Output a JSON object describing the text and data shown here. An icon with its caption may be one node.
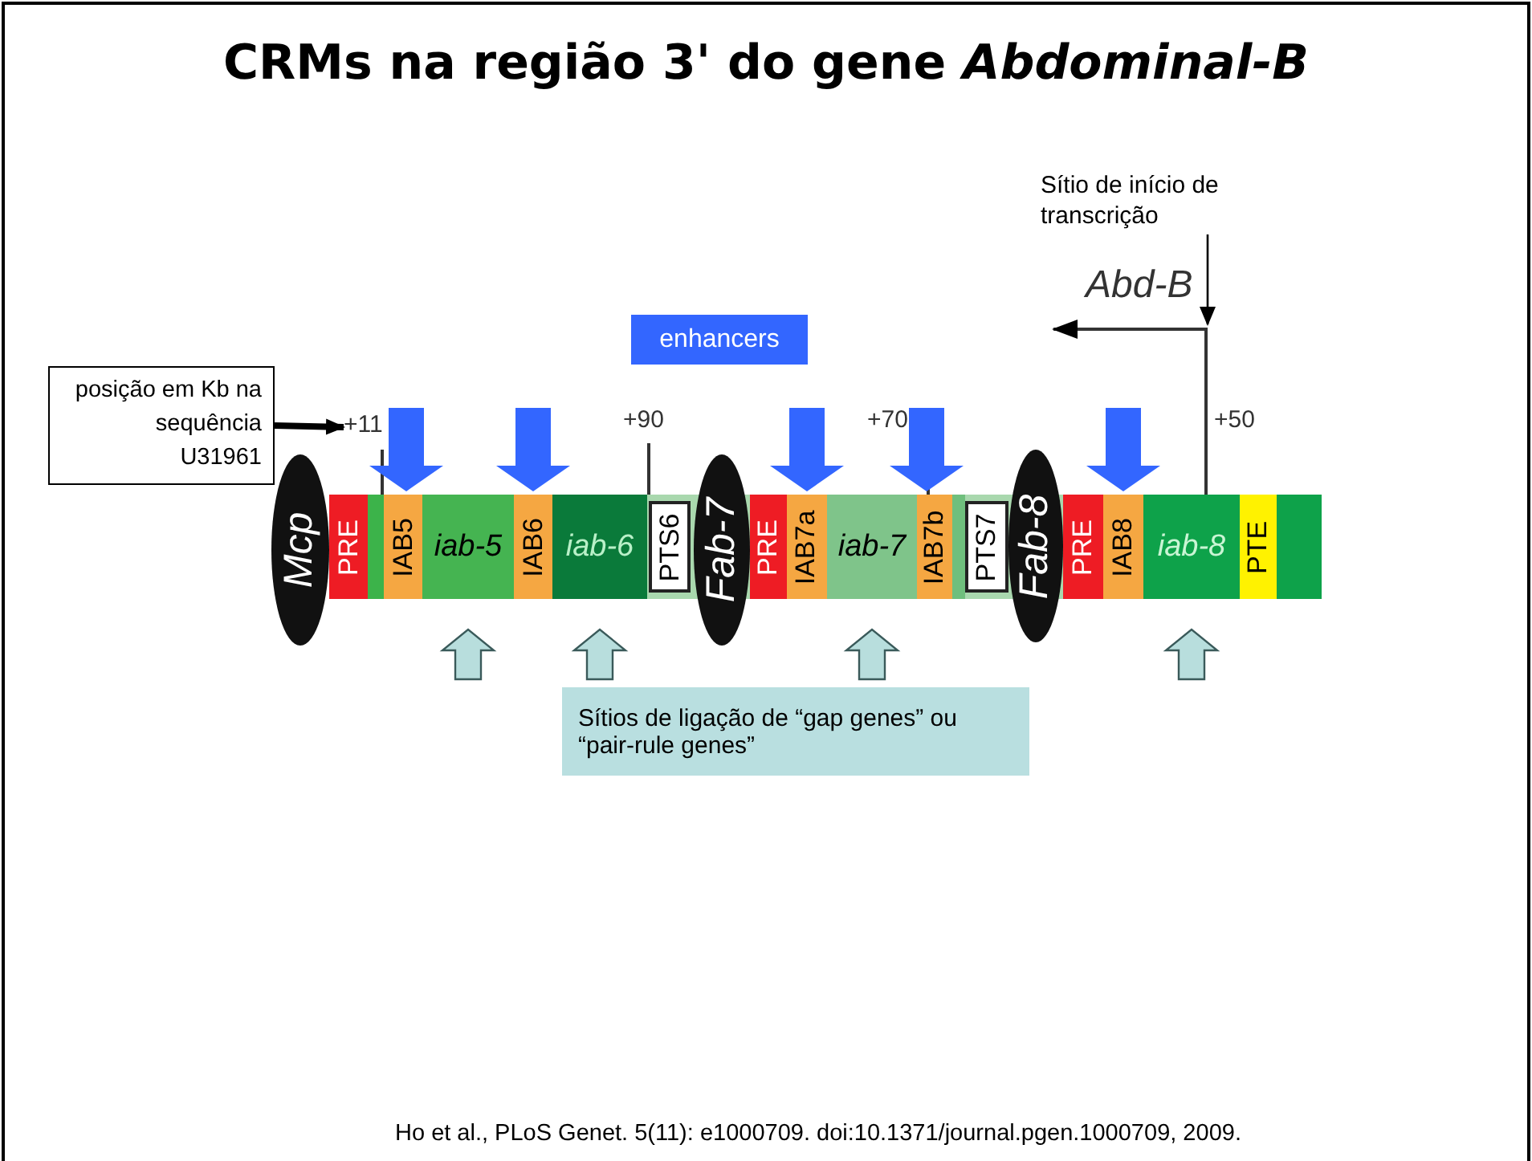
{
  "diagram": {
    "title": "CRMs na região 3' do gene *Abdominal-B*",
    "nodes": [
      {
        "text": [
          "Sítio de início de transcrição"
        ]
      },
      {
        "text": [
          "enhancers"
        ]
      },
      {
        "text": [
          "posição em Kb na sequência U31961"
        ]
      },
      {
        "text": [
          "+11"
        ]
      },
      {
        "text": [
          "Mcp"
        ]
      },
      {
        "text": [
          "PRE"
        ]
      },
      {
        "text": [],
        "shape": "box"
      },
      {
        "text": [
          "IAB5"
        ]
      },
      {
        "text": [
          "iab-5"
        ]
      },
      {
        "text": [
          "IAB6"
        ]
      },
      {
        "text": [
          "iab-6"
        ]
      },
      {
        "text": [
          "PTS6"
        ]
      },
      {
        "text": [
          "Fab-7"
        ]
      },
      {
        "text": [
          "PRE"
        ]
      },
      {
        "text": [
          "IAB7a"
        ]
      },
      {
        "text": [
          "iab-7"
        ]
      },
      {
        "text": [
          "IAB7b"
        ]
      },
      {
        "text": [],
        "shape": "box"
      },
      {
        "text": [
          "PTS7"
        ]
      },
      {
        "text": [
          "Fab-8"
        ]
      },
      {
        "text": [
          "PRE"
        ]
      },
      {
        "text": [
          "IAB8"
        ]
      },
      {
        "text": [
          "iab-8"
        ]
      },
      {
        "text": [
          "PTE"
        ]
      },
      {
        "text": [],
        "shape": "box"
      },
      {
        "text": [
          "Sítios de ligação de “gap genes” ou  “pair-rule genes”"
        ]
      }
    ],
    "edges": [
      {
        "from": 2,
        "to": 3,
        "arrow": "to",
        "style": "thick"
      },
      {
        "from": 0,
        "to": null,
        "arrow": "to"
      },
      {
        "from": null,
        "to": 7,
        "arrow": "to",
        "style": "thick",
        "color": "#3366ff"
      },
      {
        "from": null,
        "to": 9,
        "arrow": "to",
        "style": "thick",
        "color": "#3366ff"
      },
      {
        "from": null,
        "to": 14,
        "arrow": "to",
        "style": "thick",
        "color": "#3366ff"
      },
      {
        "from": null,
        "to": 16,
        "arrow": "to",
        "style": "thick",
        "color": "#3366ff"
      },
      {
        "from": null,
        "to": 21,
        "arrow": "to",
        "style": "thick",
        "color": "#3366ff"
      },
      {
        "from": null,
        "to": 8,
        "arrow": "to",
        "style": "thick",
        "color": "#b8dedd"
      },
      {
        "from": null,
        "to": 10,
        "arrow": "to",
        "style": "thick",
        "color": "#b8dedd"
      },
      {
        "from": null,
        "to": 15,
        "arrow": "to",
        "style": "thick",
        "color": "#b8dedd"
      },
      {
        "from": null,
        "to": 22,
        "arrow": "to",
        "style": "thick",
        "color": "#b8dedd"
      }
    ],
    "labels": [
      "Abd-B",
      "+90",
      "+70",
      "+50"
    ],
    "caption": "Ho et al., PLoS Genet. 5(11): e1000709. doi:10.1371/journal.pgen.1000709, 2009."
  }
}
